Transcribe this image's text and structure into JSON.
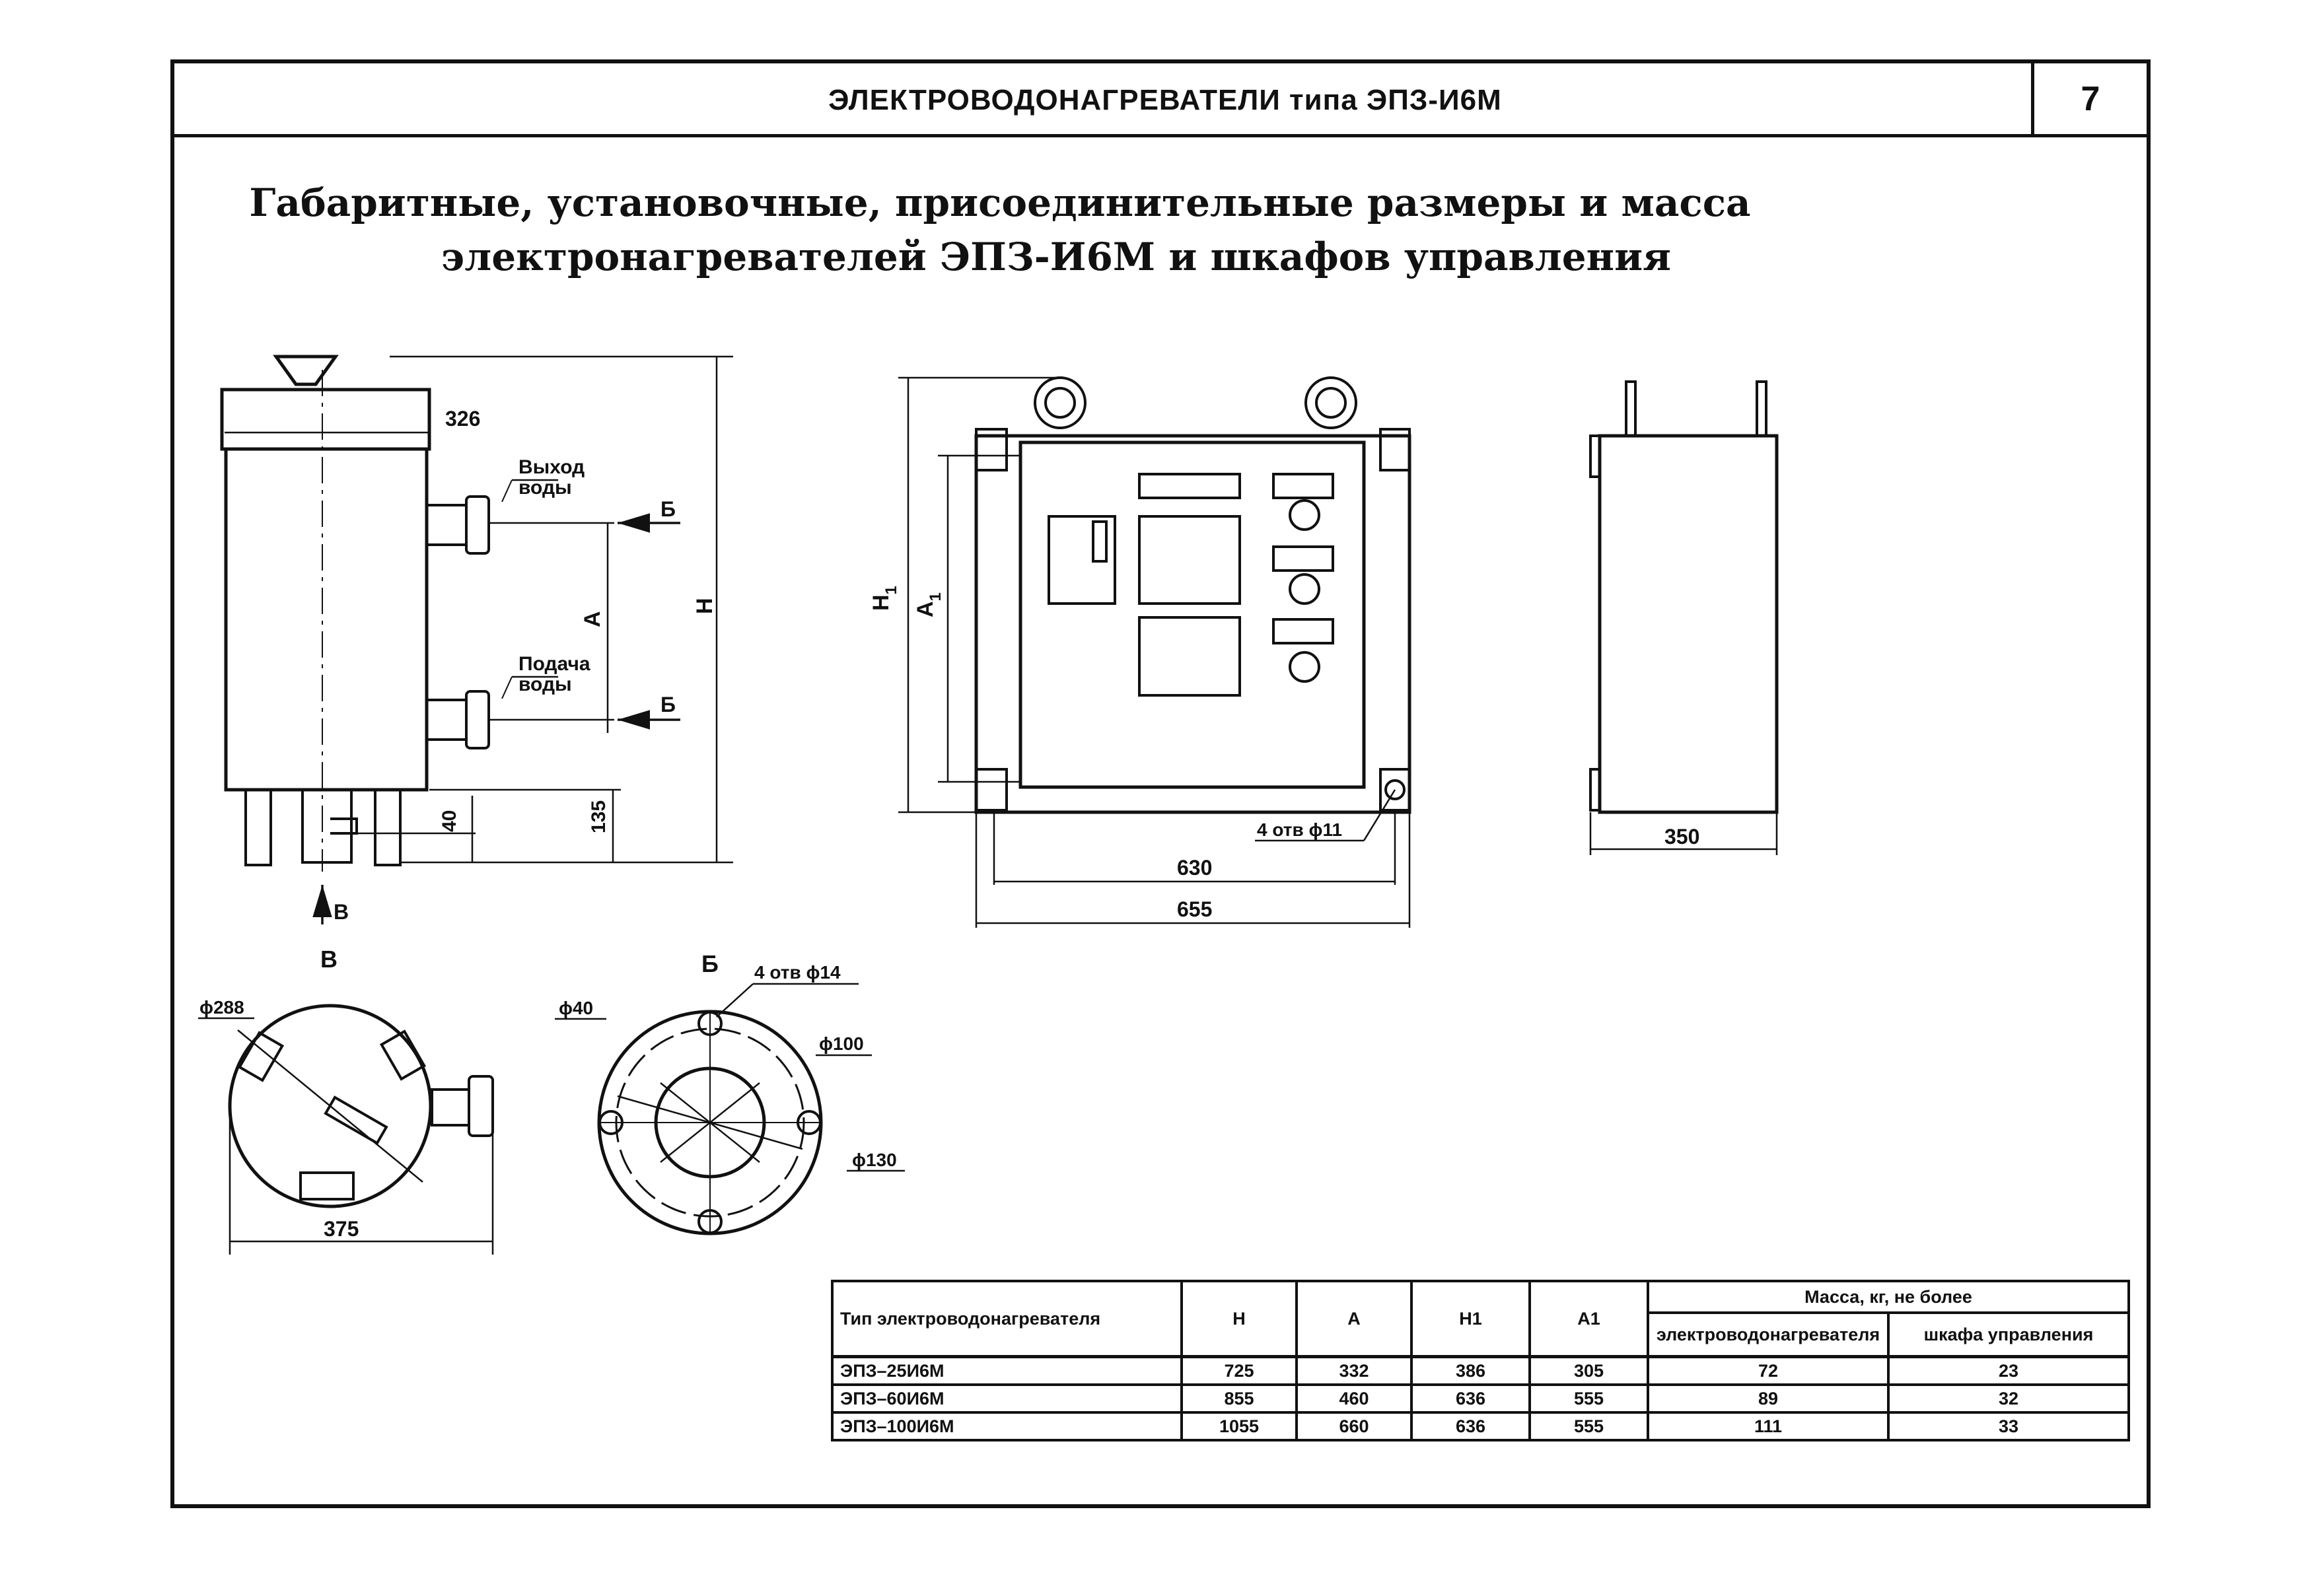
{
  "header": {
    "title": "ЭЛЕКТРОВОДОНАГРЕВАТЕЛИ типа ЭПЗ-И6М",
    "page_number": "7"
  },
  "title": {
    "line1": "Габаритные, установочные, присоединительные размеры и масса",
    "line2": "электронагревателей ЭПЗ-И6М и шкафов управления"
  },
  "heater_side_view": {
    "width_dim": "326",
    "outlet_label_1": "Выход",
    "outlet_label_2": "воды",
    "inlet_label_1": "Подача",
    "inlet_label_2": "воды",
    "section_mark_top": "Б",
    "section_mark_bottom": "Б",
    "dim_a": "А",
    "dim_h": "Н",
    "dim_40": "40",
    "dim_135": "135",
    "view_arrow": "В"
  },
  "cabinet_front_view": {
    "dim_h1": "Н",
    "dim_h1_sub": "1",
    "dim_a1": "А",
    "dim_a1_sub": "1",
    "holes": "4 отв ϕ11",
    "width_inner": "630",
    "width_outer": "655"
  },
  "cabinet_side_view": {
    "depth": "350"
  },
  "view_b_bottom": {
    "label": "В",
    "diameter": "ϕ288",
    "width": "375"
  },
  "section_flange": {
    "label": "Б",
    "holes": "4 отв ϕ14",
    "d40": "ϕ40",
    "d100": "ϕ100",
    "d130": "ϕ130"
  },
  "spec_table": {
    "headers": {
      "type": "Тип электроводонагревателя",
      "h": "Н",
      "a": "А",
      "h1": "Н1",
      "a1": "А1",
      "mass": "Масса, кг, не более",
      "mass_heater": "электроводонагревателя",
      "mass_cabinet": "шкафа управления"
    },
    "rows": [
      {
        "type": "ЭПЗ–25И6М",
        "h": "725",
        "a": "332",
        "h1": "386",
        "a1": "305",
        "mass_heater": "72",
        "mass_cabinet": "23"
      },
      {
        "type": "ЭПЗ–60И6М",
        "h": "855",
        "a": "460",
        "h1": "636",
        "a1": "555",
        "mass_heater": "89",
        "mass_cabinet": "32"
      },
      {
        "type": "ЭПЗ–100И6М",
        "h": "1055",
        "a": "660",
        "h1": "636",
        "a1": "555",
        "mass_heater": "111",
        "mass_cabinet": "33"
      }
    ]
  }
}
